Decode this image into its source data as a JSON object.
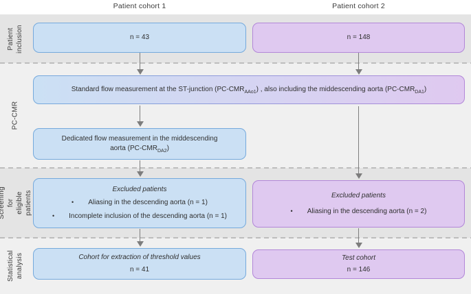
{
  "header": {
    "cohort1": "Patient cohort 1",
    "cohort2": "Patient cohort 2"
  },
  "row_labels": [
    "Patient\ninclusion",
    "PC-CMR",
    "Screening for\neligible patients",
    "Statistical\nanalysis"
  ],
  "boxes": {
    "inclusion_c1": "n = 43",
    "inclusion_c2": "n = 148",
    "standard_flow": {
      "s0": "Standard flow measurement at the ST-junction (PC-CMR",
      "sub0": "AAo1",
      "s1": ") , also including the middescending aorta (PC-CMR",
      "sub1": "DA1",
      "s2": ")"
    },
    "dedicated_flow": {
      "line1": "Dedicated  flow measurement in the middescending",
      "s0": "aorta (PC-CMR",
      "sub0": "DA2",
      "s1": ")"
    },
    "excluded_c1": {
      "title": "Excluded patients",
      "bullets": [
        "Aliasing in the descending aorta (n = 1)",
        "Incomplete inclusion of the descending aorta (n = 1)"
      ]
    },
    "excluded_c2": {
      "title": "Excluded patients",
      "bullets": [
        "Aliasing in the descending aorta (n = 2)"
      ]
    },
    "threshold_c1": {
      "title": "Cohort for extraction of threshold values",
      "n": "n = 41"
    },
    "test_c2": {
      "title": "Test cohort",
      "n": "n = 146"
    }
  },
  "bullet_glyph": "•",
  "colors": {
    "blue_fill": "#cbe0f4",
    "blue_border": "#74a9dc",
    "purple_fill": "#dfc9f0",
    "purple_border": "#b286d8",
    "band_dark": "#e4e4e4",
    "band_light": "#f0f0f0",
    "arrow": "#7d7d7d",
    "dash": "#bdbdbd",
    "text": "#383838"
  }
}
